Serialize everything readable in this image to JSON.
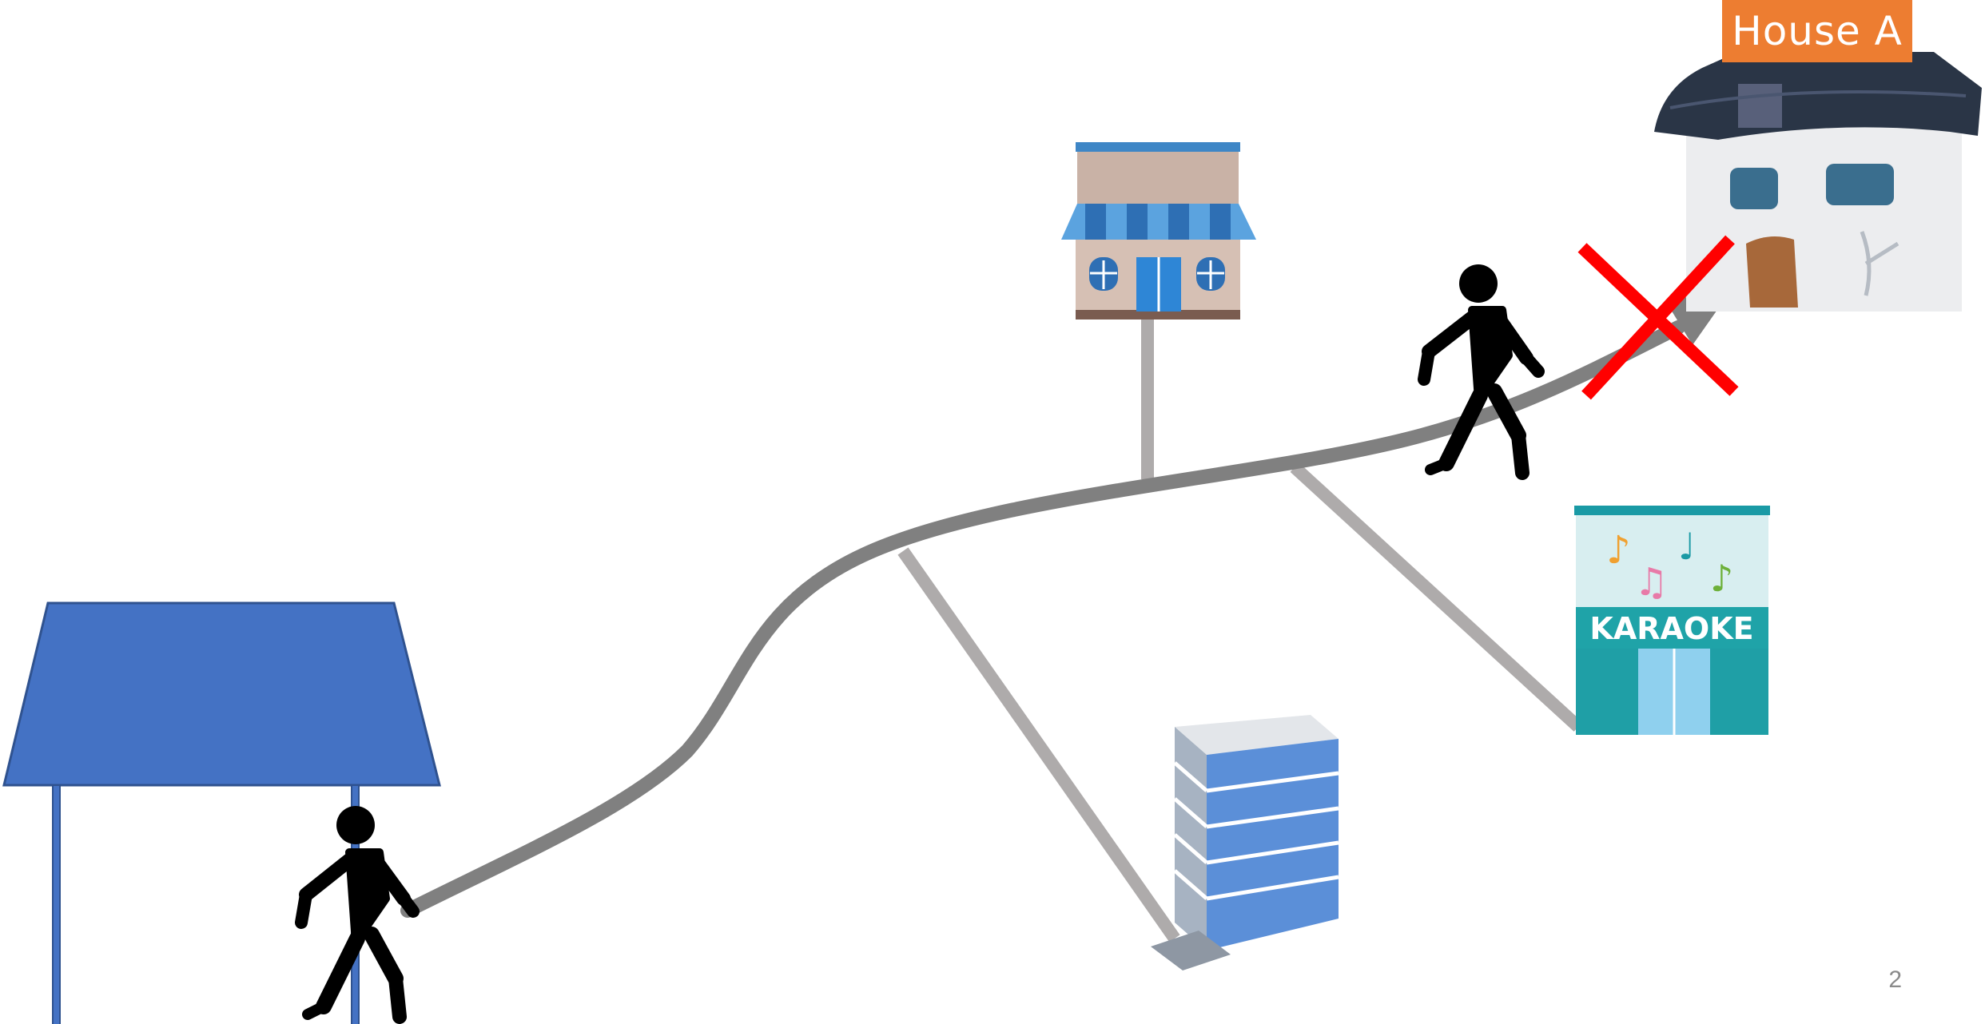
{
  "slide": {
    "page_number": "2"
  },
  "labels": {
    "house_a": "House A",
    "karaoke_sign": "KARAOKE"
  },
  "colors": {
    "station_blue": "#4472C4",
    "main_path": "#808080",
    "side_path": "#AEABAB",
    "label_orange": "#ED7D31",
    "cross_red": "#FF0000"
  },
  "icons": [
    "station-shelter-icon",
    "walking-person-icon",
    "store-icon",
    "office-building-icon",
    "karaoke-building-icon",
    "house-icon",
    "cross-mark-icon"
  ]
}
